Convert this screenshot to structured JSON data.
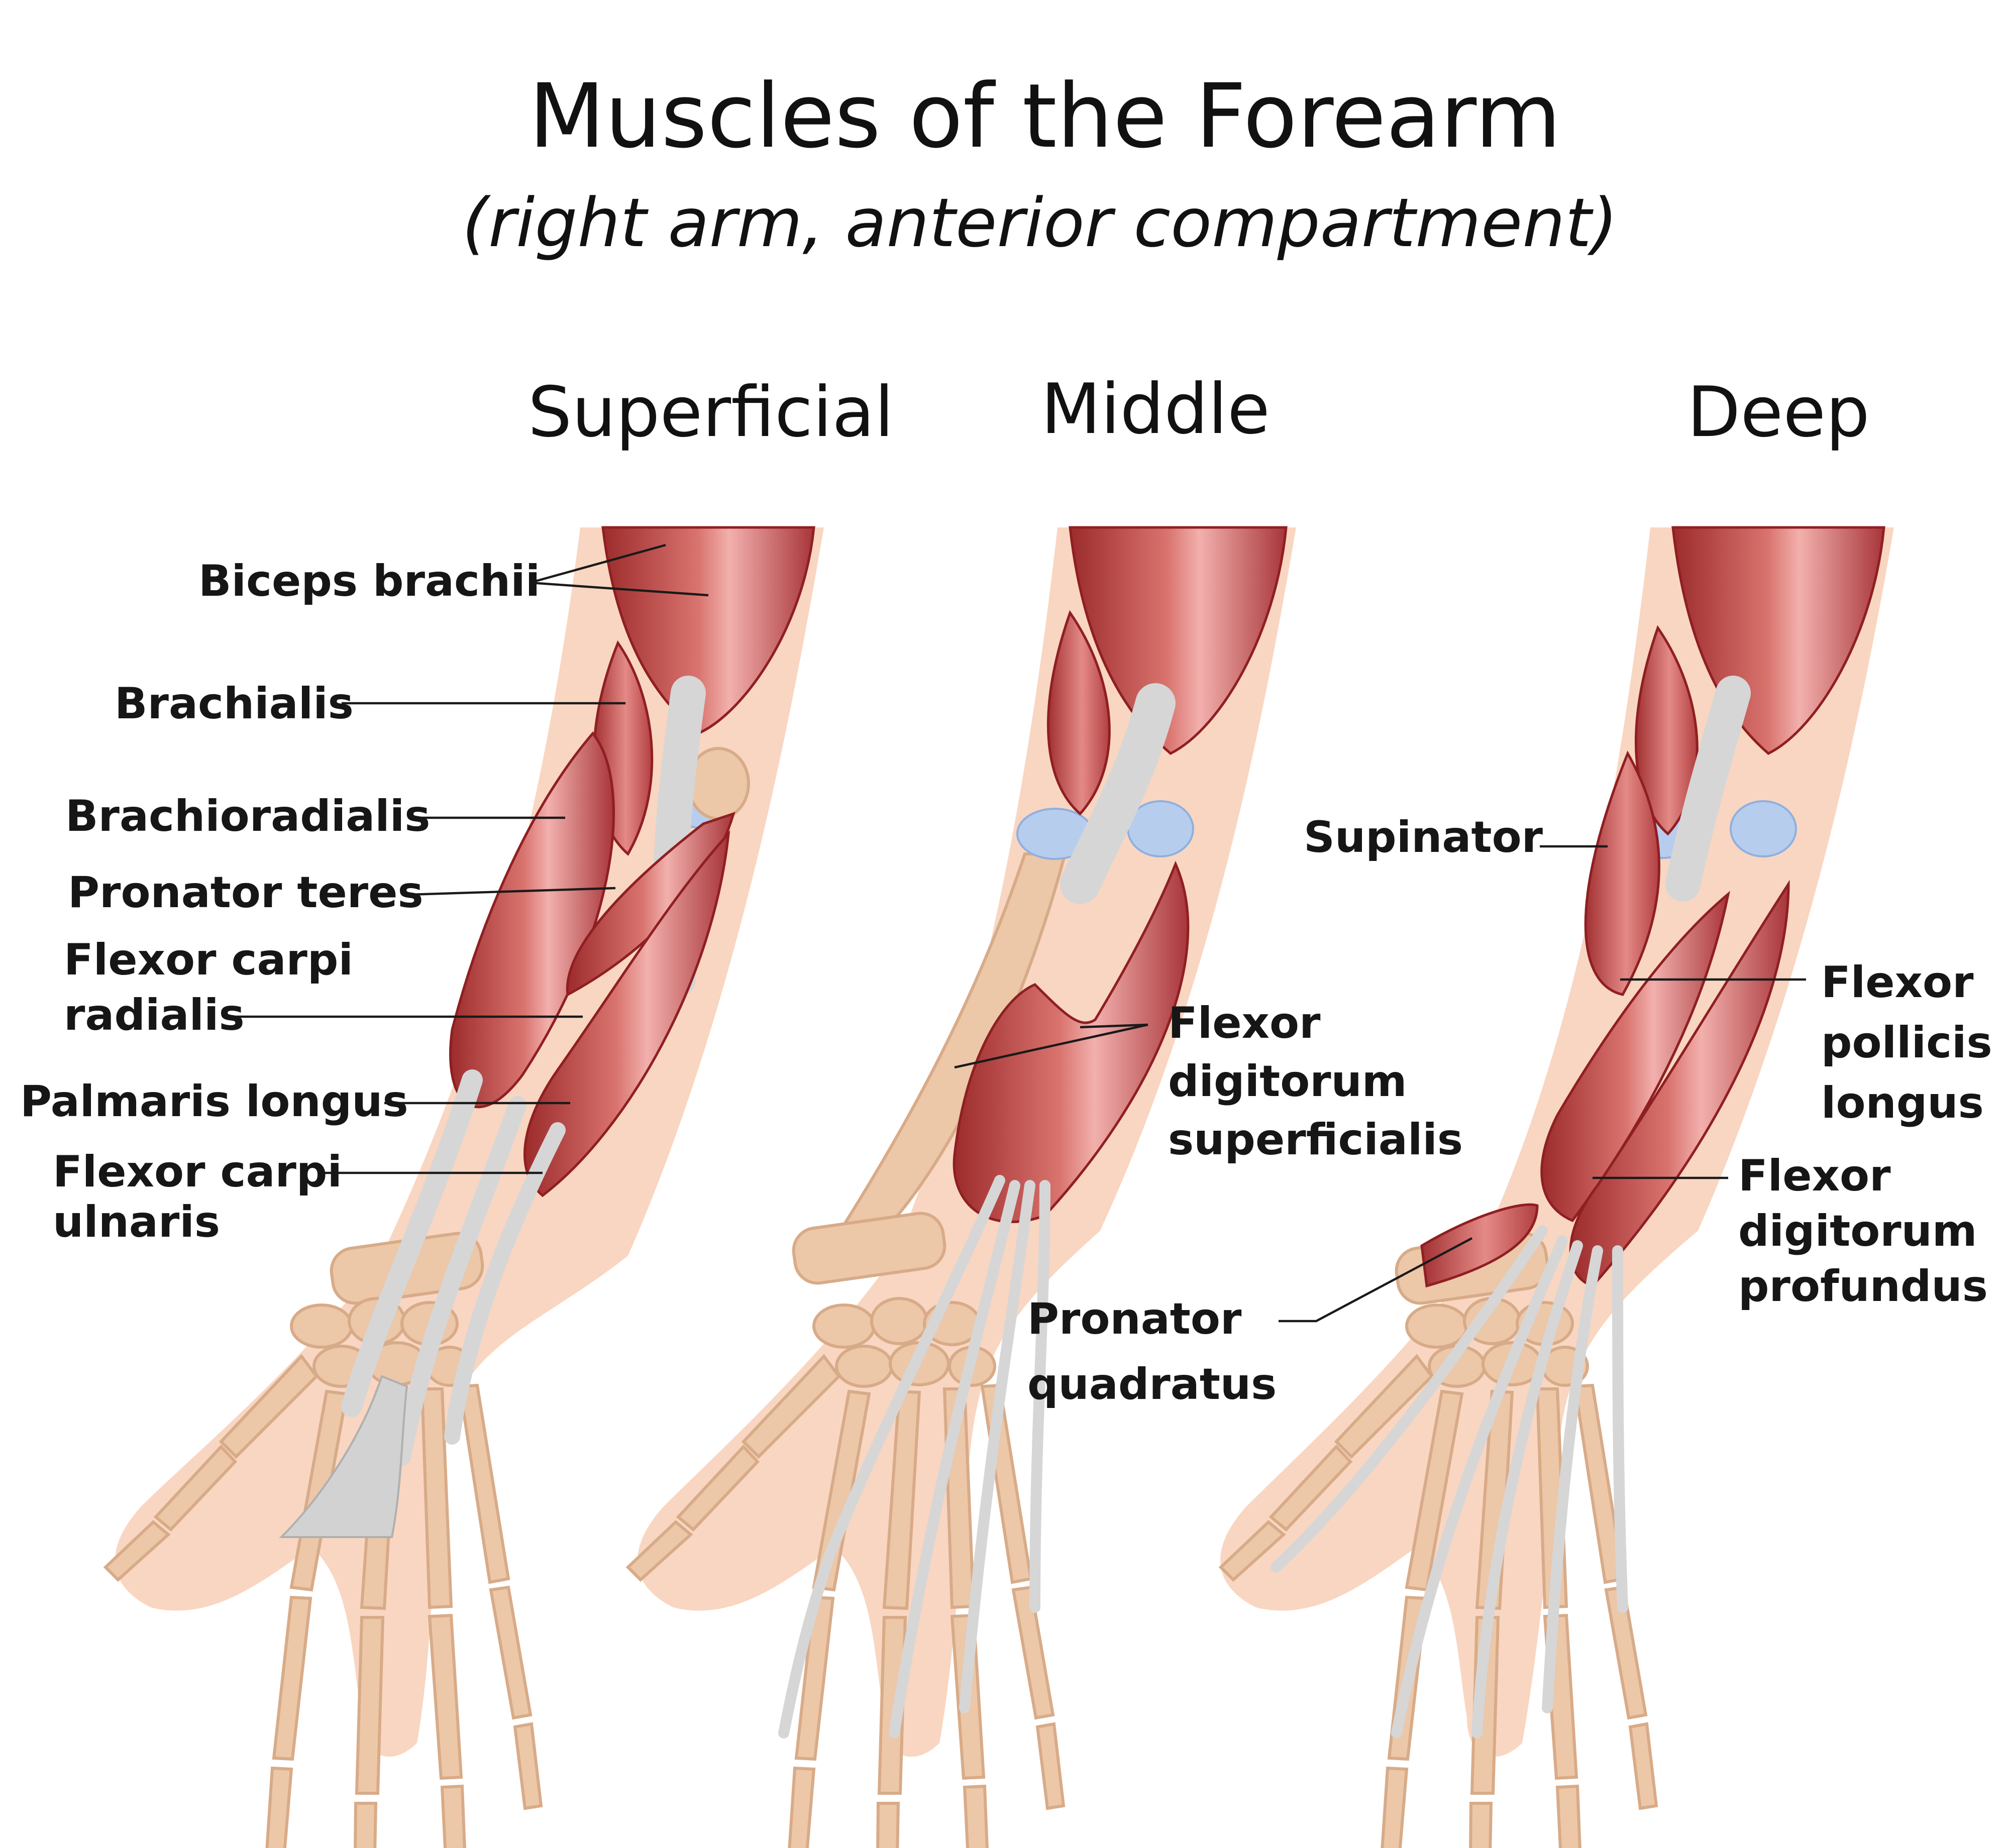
{
  "title": "Muscles of the Forearm",
  "subtitle": "(right arm, anterior compartment)",
  "columns": {
    "superficial": "Superficial",
    "middle": "Middle",
    "deep": "Deep"
  },
  "labels": {
    "biceps_brachii": "Biceps brachii",
    "brachialis": "Brachialis",
    "brachioradialis": "Brachioradialis",
    "pronator_teres": "Pronator teres",
    "flexor_carpi_radialis": [
      "Flexor carpi",
      "radialis"
    ],
    "palmaris_longus": "Palmaris longus",
    "flexor_carpi_ulnaris": [
      "Flexor carpi",
      "ulnaris"
    ],
    "flexor_digitorum_superficialis": [
      "Flexor",
      "digitorum",
      "superficialis"
    ],
    "supinator": "Supinator",
    "flexor_pollicis_longus": [
      "Flexor",
      "pollicis",
      "longus"
    ],
    "flexor_digitorum_profundus": [
      "Flexor",
      "digitorum",
      "profundus"
    ],
    "pronator_quadratus": [
      "Pronator",
      "quadratus"
    ]
  },
  "colors": {
    "muscle": "#c0524d",
    "muscle_highlight": "#f0a6a6",
    "skin": "#f9d6c1",
    "bone": "#ecc7a8",
    "cartilage": "#b7cdee",
    "tendon": "#d6d6d6"
  }
}
